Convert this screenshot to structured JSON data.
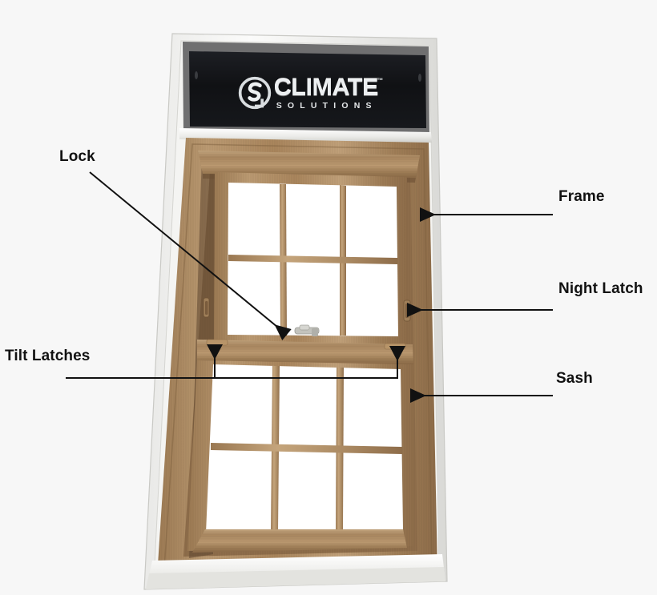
{
  "background_color": "#f7f7f7",
  "product": {
    "type": "double-hung window display unit",
    "header_sign": {
      "background_color": "#121317",
      "brand_primary": "CLIMATE",
      "brand_secondary": "SOLUTIONS",
      "trademark": "™",
      "emblem": "S"
    },
    "colors": {
      "wood_light": "#c2a178",
      "wood_mid": "#a9845c",
      "wood_dark": "#8a6844",
      "wood_shadow": "#6e5134",
      "outer_frame_white": "#f2f2f0",
      "outer_frame_shade": "#d8d8d6",
      "glass": "#ffffff",
      "hardware": "#b9b9b4",
      "annotation": "#111111"
    },
    "grid": {
      "upper_sash_panes_across": 3,
      "upper_sash_panes_down": 2,
      "lower_sash_panes_across": 3,
      "lower_sash_panes_down": 2
    }
  },
  "annotations": [
    {
      "id": "lock",
      "label": "Lock",
      "arrow": "diagonal-down-right",
      "side": "left"
    },
    {
      "id": "frame",
      "label": "Frame",
      "arrow": "horizontal-left",
      "side": "right"
    },
    {
      "id": "night-latch",
      "label": "Night Latch",
      "arrow": "horizontal-left",
      "side": "right"
    },
    {
      "id": "sash",
      "label": "Sash",
      "arrow": "horizontal-left",
      "side": "right"
    },
    {
      "id": "tilt-latches",
      "label": "Tilt Latches",
      "arrow": "bracket-two-up",
      "side": "left"
    }
  ]
}
